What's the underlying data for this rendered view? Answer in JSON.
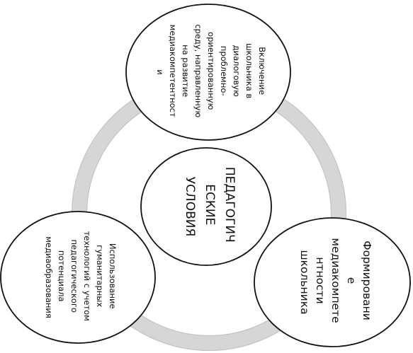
{
  "diagram": {
    "center": {
      "lines": [
        "ПЕДАГОГИЧ",
        "ЕСКИЕ",
        "УСЛОВИЯ"
      ]
    },
    "top": {
      "lines": [
        "Включение",
        "школьника в",
        "диалоговую",
        "проблемно-",
        "ориентированную",
        "среду, направленную",
        "на развитие",
        "медиакомпетентност",
        "и"
      ]
    },
    "left": {
      "lines": [
        "Использование",
        "гуманитарных",
        "технологий с учетом",
        "педагогического",
        "потенциала",
        "медиаобразования"
      ]
    },
    "right": {
      "lines": [
        "Формировани",
        "е",
        "медиакомпете",
        "нтности",
        "школьника"
      ]
    }
  }
}
